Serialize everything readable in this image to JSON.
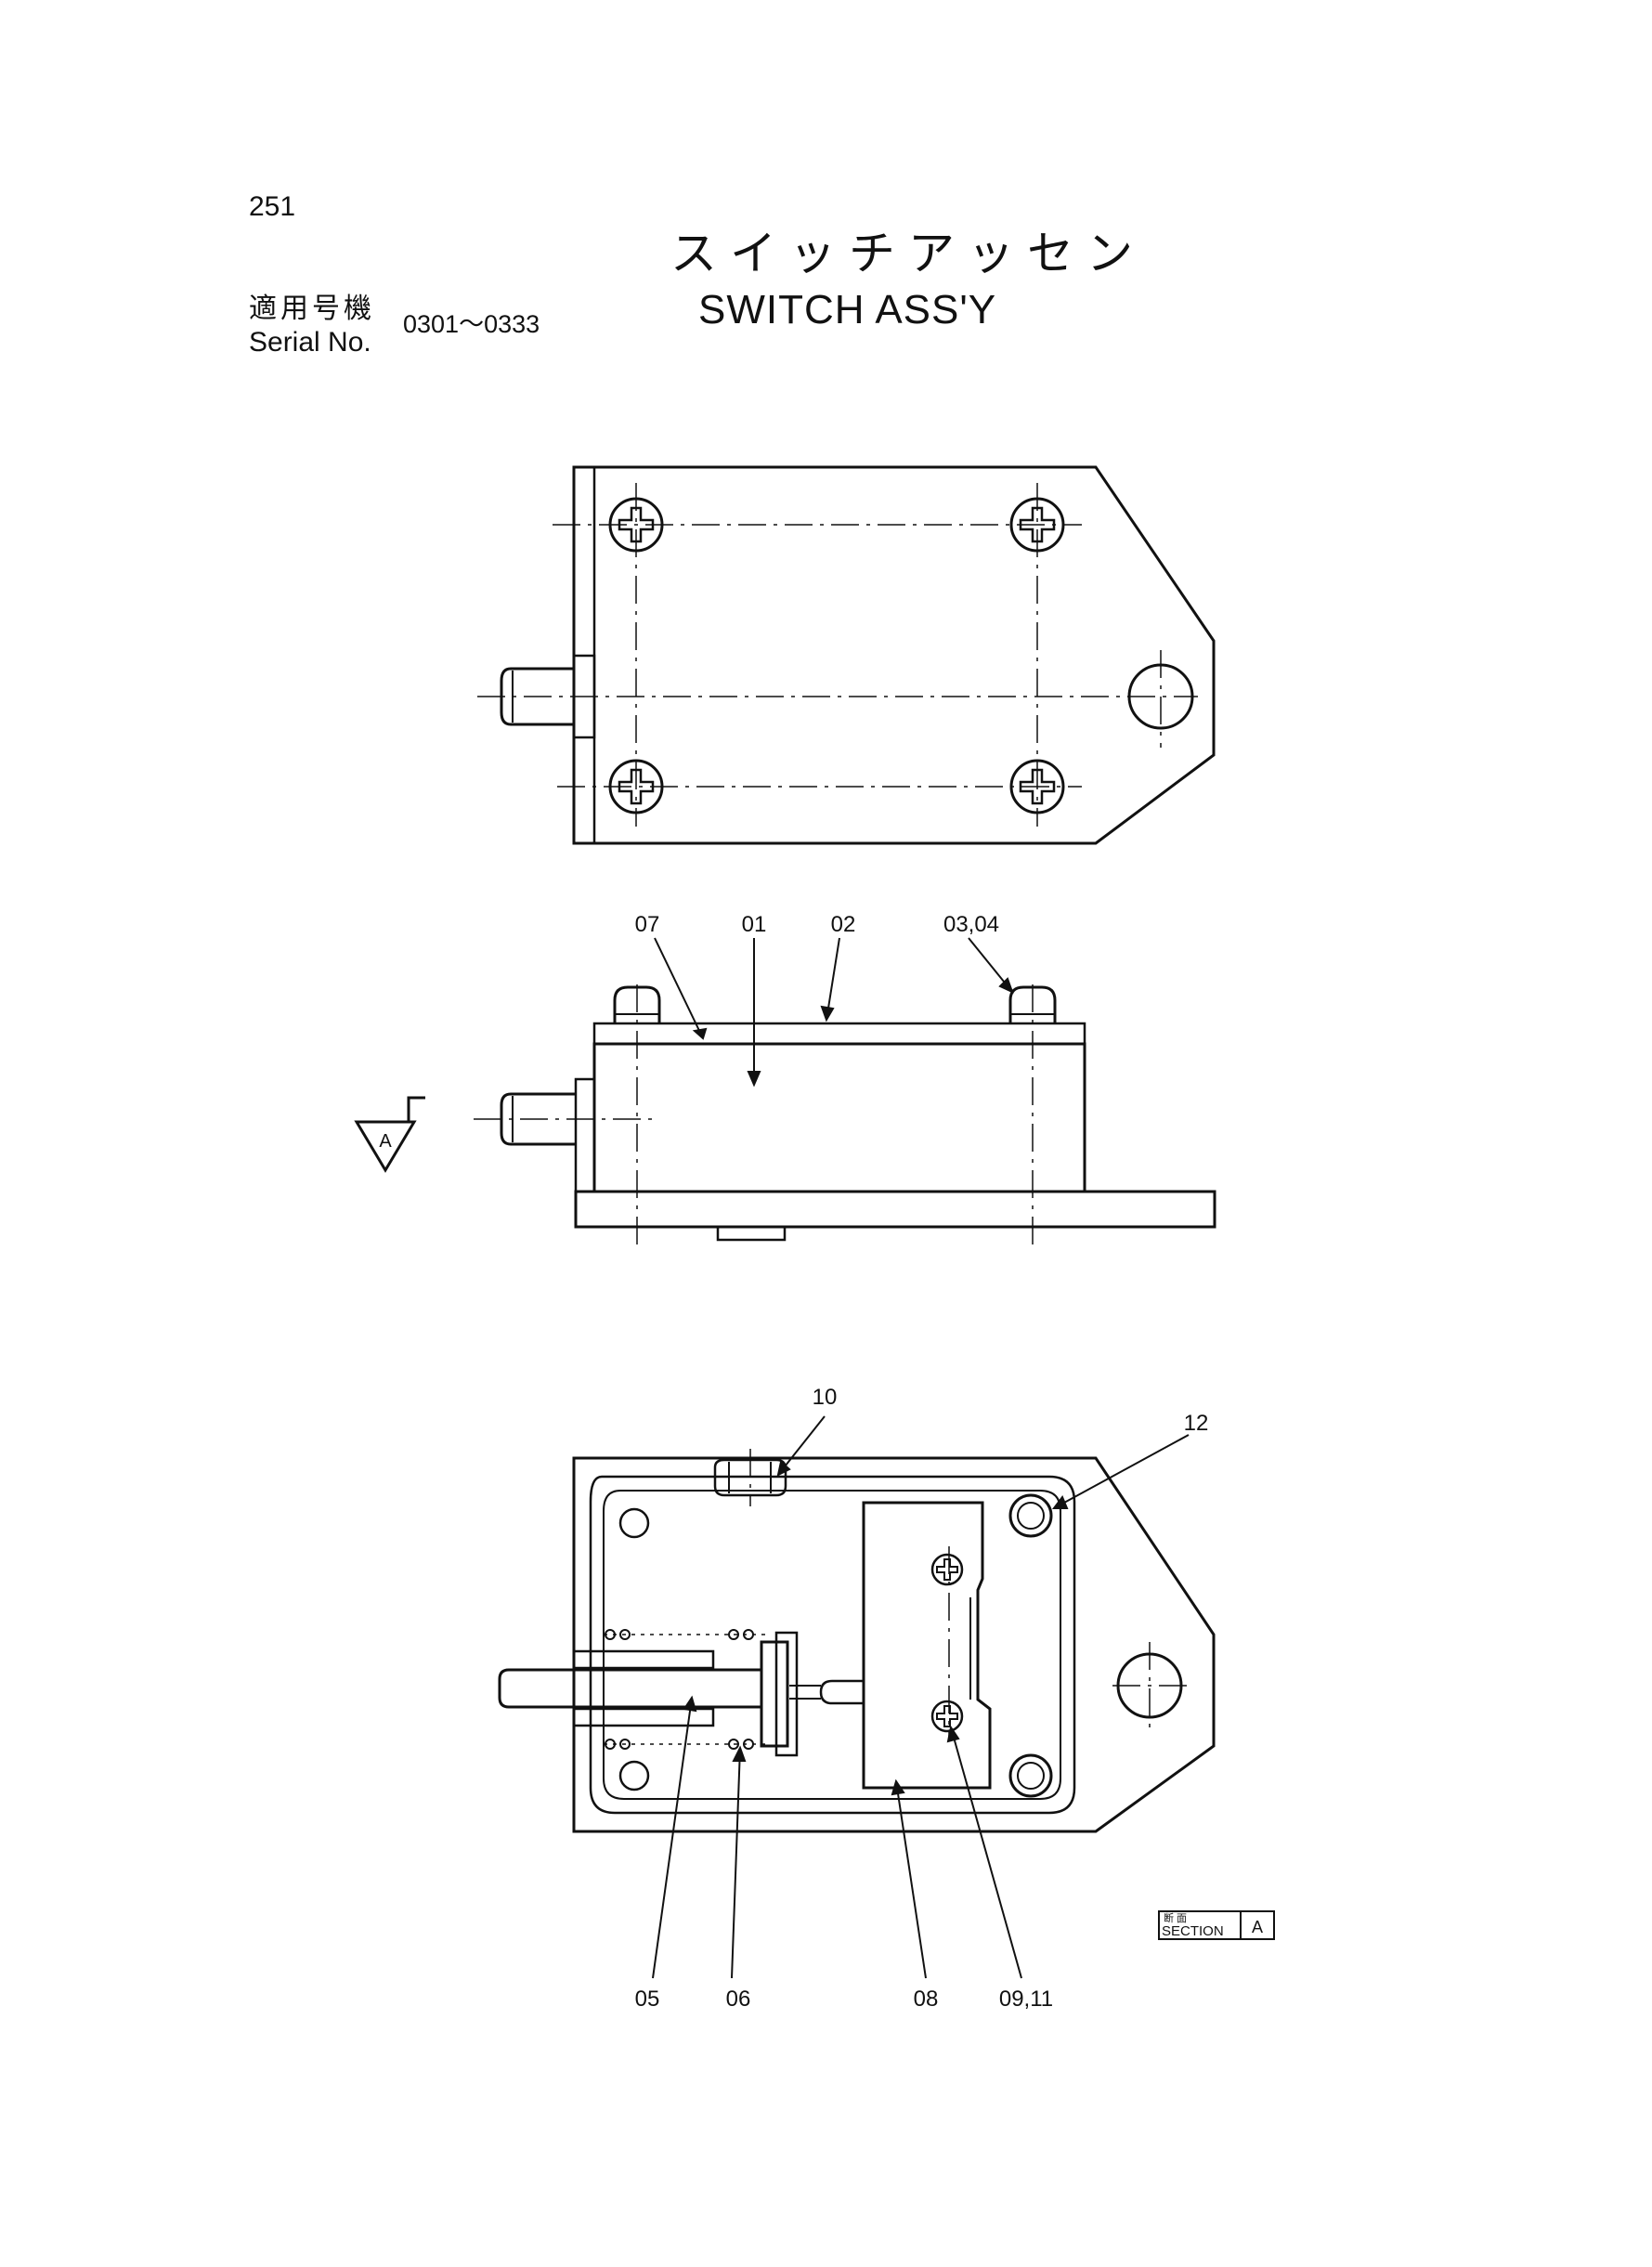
{
  "header": {
    "page_number": "251",
    "title_jp": "スイッチアッセン",
    "title_en": "SWITCH ASS'Y",
    "serial_label_jp": "適用号機",
    "serial_label_en": "Serial No.",
    "serial_range": "0301～0333"
  },
  "view_marker": {
    "label": "A"
  },
  "side_view_labels": [
    "07",
    "01",
    "02",
    "03,04"
  ],
  "section_view_labels": [
    "10",
    "12",
    "05",
    "06",
    "08",
    "09,11"
  ],
  "section_box": {
    "label_jp": "断 面",
    "label_en": "SECTION",
    "letter": "A"
  }
}
